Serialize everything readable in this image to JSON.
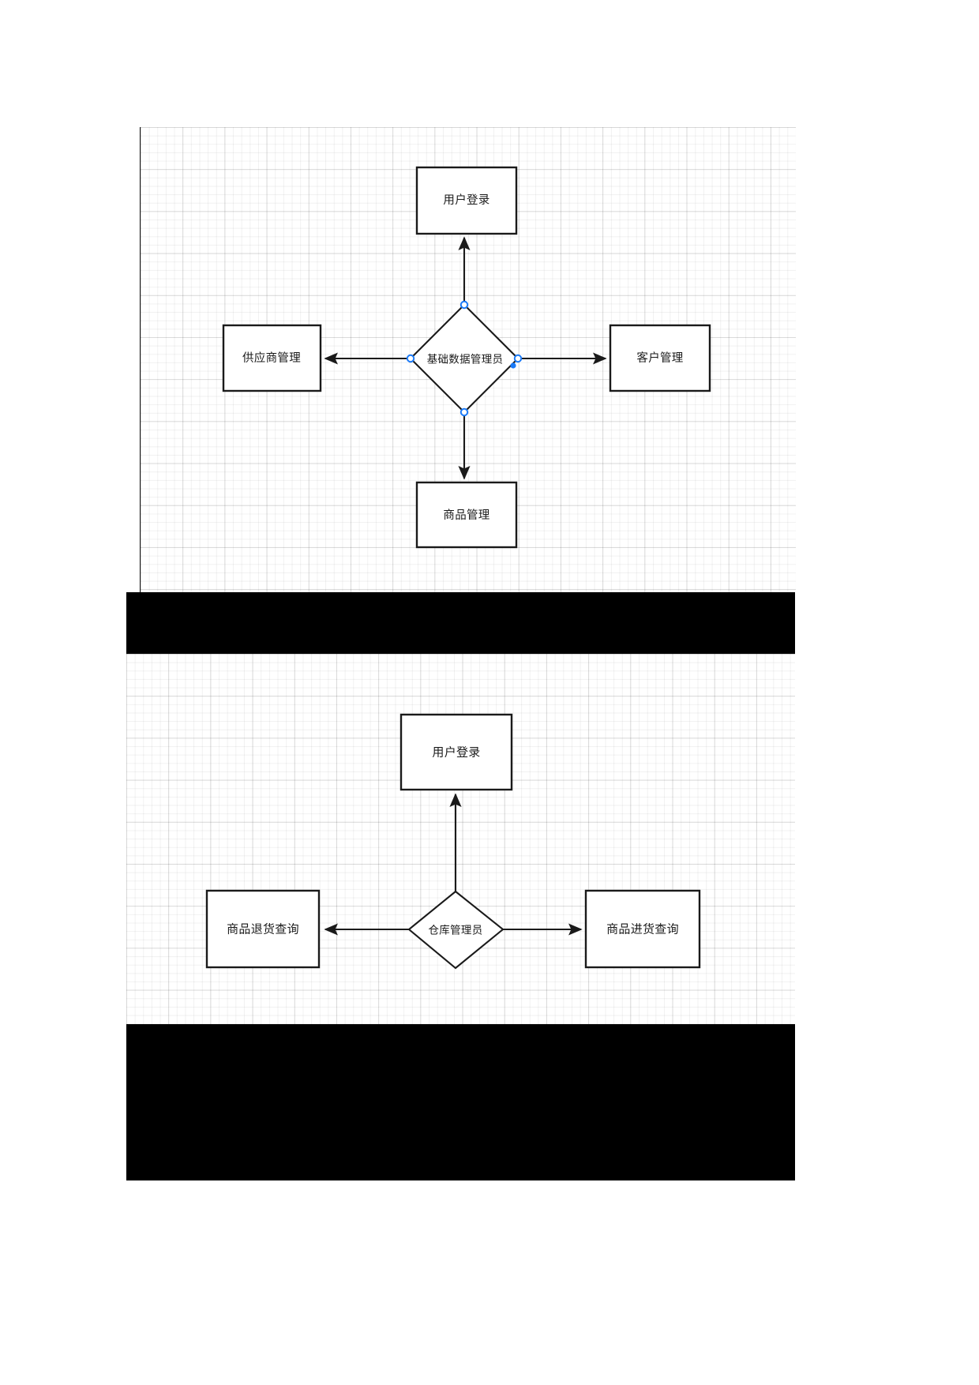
{
  "document": {
    "type": "flowchart-use-case-diagram",
    "page_background": "#ffffff",
    "grid_color": "#e8e8e8",
    "stroke_color": "#1a1a1a",
    "anchor_color": "#1a7af8",
    "band_color": "#000000"
  },
  "diagrams": [
    {
      "id": "diagram-1",
      "actor": {
        "label": "基础数据管理员",
        "shape": "diamond",
        "anchors": [
          "top",
          "left",
          "right",
          "bottom"
        ],
        "selected_anchor_filled": "right-lower"
      },
      "nodes": [
        {
          "id": "node-user-login",
          "label": "用户登录",
          "shape": "rectangle",
          "position": "top"
        },
        {
          "id": "node-supplier-mgmt",
          "label": "供应商管理",
          "shape": "rectangle",
          "position": "left"
        },
        {
          "id": "node-customer-mgmt",
          "label": "客户管理",
          "shape": "rectangle",
          "position": "right"
        },
        {
          "id": "node-product-mgmt",
          "label": "商品管理",
          "shape": "rectangle",
          "position": "bottom"
        }
      ],
      "edges": [
        {
          "from": "基础数据管理员",
          "to": "用户登录",
          "direction": "up",
          "arrow": "single"
        },
        {
          "from": "基础数据管理员",
          "to": "供应商管理",
          "direction": "left",
          "arrow": "single"
        },
        {
          "from": "基础数据管理员",
          "to": "客户管理",
          "direction": "right",
          "arrow": "single"
        },
        {
          "from": "基础数据管理员",
          "to": "商品管理",
          "direction": "down",
          "arrow": "single"
        }
      ]
    },
    {
      "id": "diagram-2",
      "actor": {
        "label": "仓库管理员",
        "shape": "diamond",
        "anchors": [],
        "selected_anchor_filled": null
      },
      "nodes": [
        {
          "id": "node-user-login-2",
          "label": "用户登录",
          "shape": "rectangle",
          "position": "top"
        },
        {
          "id": "node-return-query",
          "label": "商品退货查询",
          "shape": "rectangle",
          "position": "left"
        },
        {
          "id": "node-purchase-query",
          "label": "商品进货查询",
          "shape": "rectangle",
          "position": "right"
        }
      ],
      "edges": [
        {
          "from": "仓库管理员",
          "to": "用户登录",
          "direction": "up",
          "arrow": "single"
        },
        {
          "from": "仓库管理员",
          "to": "商品退货查询",
          "direction": "left",
          "arrow": "single"
        },
        {
          "from": "仓库管理员",
          "to": "商品进货查询",
          "direction": "right",
          "arrow": "single"
        }
      ]
    }
  ]
}
